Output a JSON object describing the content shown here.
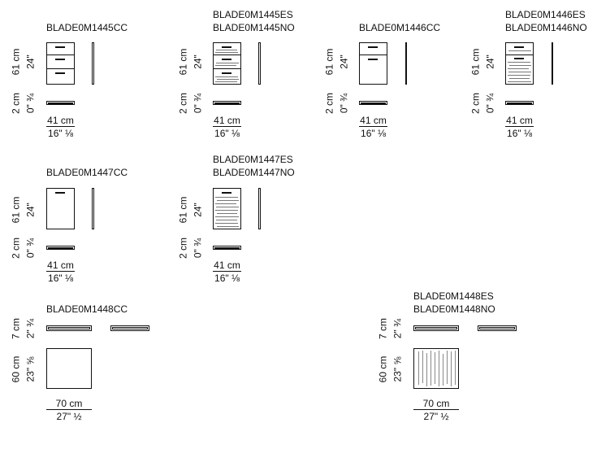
{
  "models": {
    "m1445cc": {
      "codes": [
        "BLADE0M1445CC"
      ]
    },
    "m1445es": {
      "codes": [
        "BLADE0M1445ES",
        "BLADE0M1445NO"
      ]
    },
    "m1446cc": {
      "codes": [
        "BLADE0M1446CC"
      ]
    },
    "m1446es": {
      "codes": [
        "BLADE0M1446ES",
        "BLADE0M1446NO"
      ]
    },
    "m1447cc": {
      "codes": [
        "BLADE0M1447CC"
      ]
    },
    "m1447es": {
      "codes": [
        "BLADE0M1447ES",
        "BLADE0M1447NO"
      ]
    },
    "m1448cc": {
      "codes": [
        "BLADE0M1448CC"
      ]
    },
    "m1448es": {
      "codes": [
        "BLADE0M1448ES",
        "BLADE0M1448NO"
      ]
    }
  },
  "dims": {
    "height_cm": "61 cm",
    "height_in": "24\"",
    "thick_cm": "2 cm",
    "thick_in": "0\" ¾",
    "width_cm": "41 cm",
    "width_in": "16\" ⅛",
    "top_thick_cm": "7 cm",
    "top_thick_in": "2\" ¾",
    "top_depth_cm": "60 cm",
    "top_depth_in": "23\" ⅝",
    "top_width_cm": "70 cm",
    "top_width_in": "27\" ½"
  }
}
